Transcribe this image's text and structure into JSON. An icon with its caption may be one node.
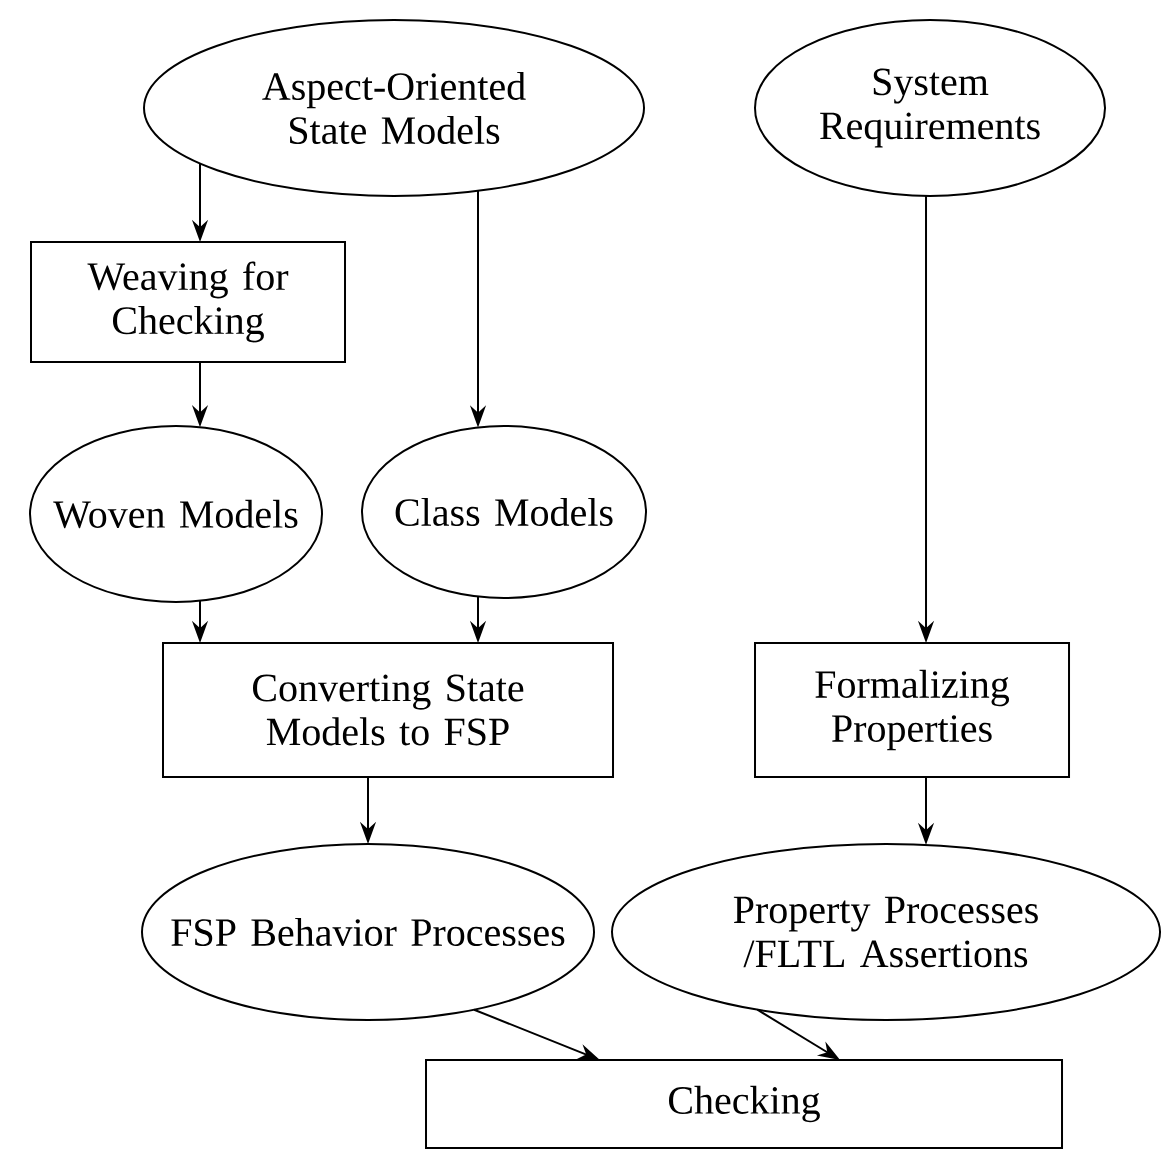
{
  "diagram": {
    "nodes": [
      {
        "text": [
          "Aspect-Oriented State Models"
        ]
      },
      {
        "text": [
          "System Requirements"
        ]
      },
      {
        "text": [
          "Weaving for Checking"
        ]
      },
      {
        "text": [
          "Woven Models"
        ]
      },
      {
        "text": [
          "Class Models"
        ]
      },
      {
        "text": [
          "Converting State Models to FSP"
        ]
      },
      {
        "text": [
          "Formalizing Properties"
        ]
      },
      {
        "text": [
          "FSP Behavior Processes"
        ]
      },
      {
        "text": [
          "Property Processes /FLTL Assertions"
        ]
      },
      {
        "text": [
          "Checking"
        ]
      }
    ],
    "edges": [
      {
        "from": 0,
        "to": 2,
        "arrow": "to"
      },
      {
        "from": 2,
        "to": 3,
        "arrow": "to"
      },
      {
        "from": 0,
        "to": 4,
        "arrow": "to"
      },
      {
        "from": 1,
        "to": 6,
        "arrow": "to"
      },
      {
        "from": 3,
        "to": 5,
        "arrow": "to"
      },
      {
        "from": 4,
        "to": 5,
        "arrow": "to"
      },
      {
        "from": 5,
        "to": 7,
        "arrow": "to"
      },
      {
        "from": 6,
        "to": 8,
        "arrow": "to"
      },
      {
        "from": 7,
        "to": 9,
        "arrow": "to"
      },
      {
        "from": 8,
        "to": 9,
        "arrow": "to"
      }
    ]
  }
}
